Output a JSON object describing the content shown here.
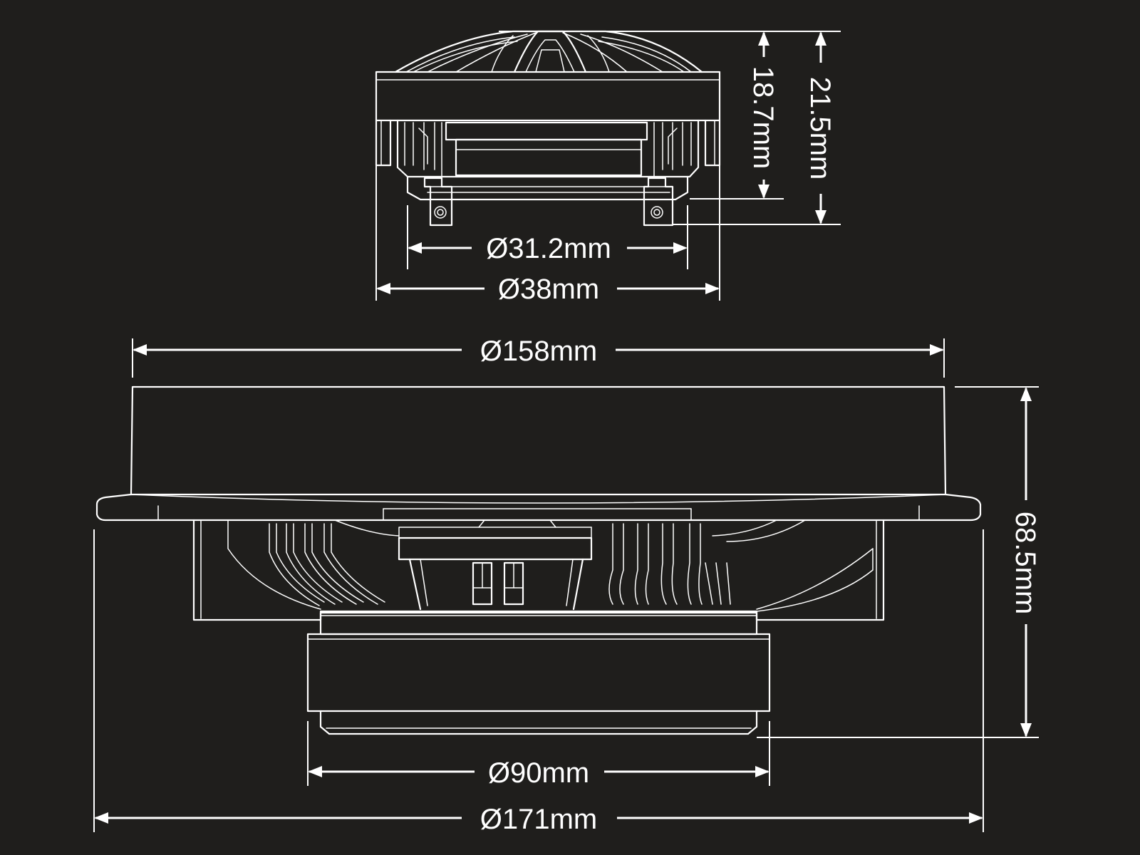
{
  "colors": {
    "background": "#1f1e1c",
    "line": "#ffffff"
  },
  "tweeter": {
    "dimensions": {
      "magnet_diameter": "Ø31.2mm",
      "outer_diameter": "Ø38mm",
      "body_height": "18.7mm",
      "total_height": "21.5mm"
    }
  },
  "woofer": {
    "dimensions": {
      "cutout_diameter": "Ø158mm",
      "flange_diameter": "Ø171mm",
      "magnet_diameter": "Ø90mm",
      "total_depth": "68.5mm"
    }
  }
}
